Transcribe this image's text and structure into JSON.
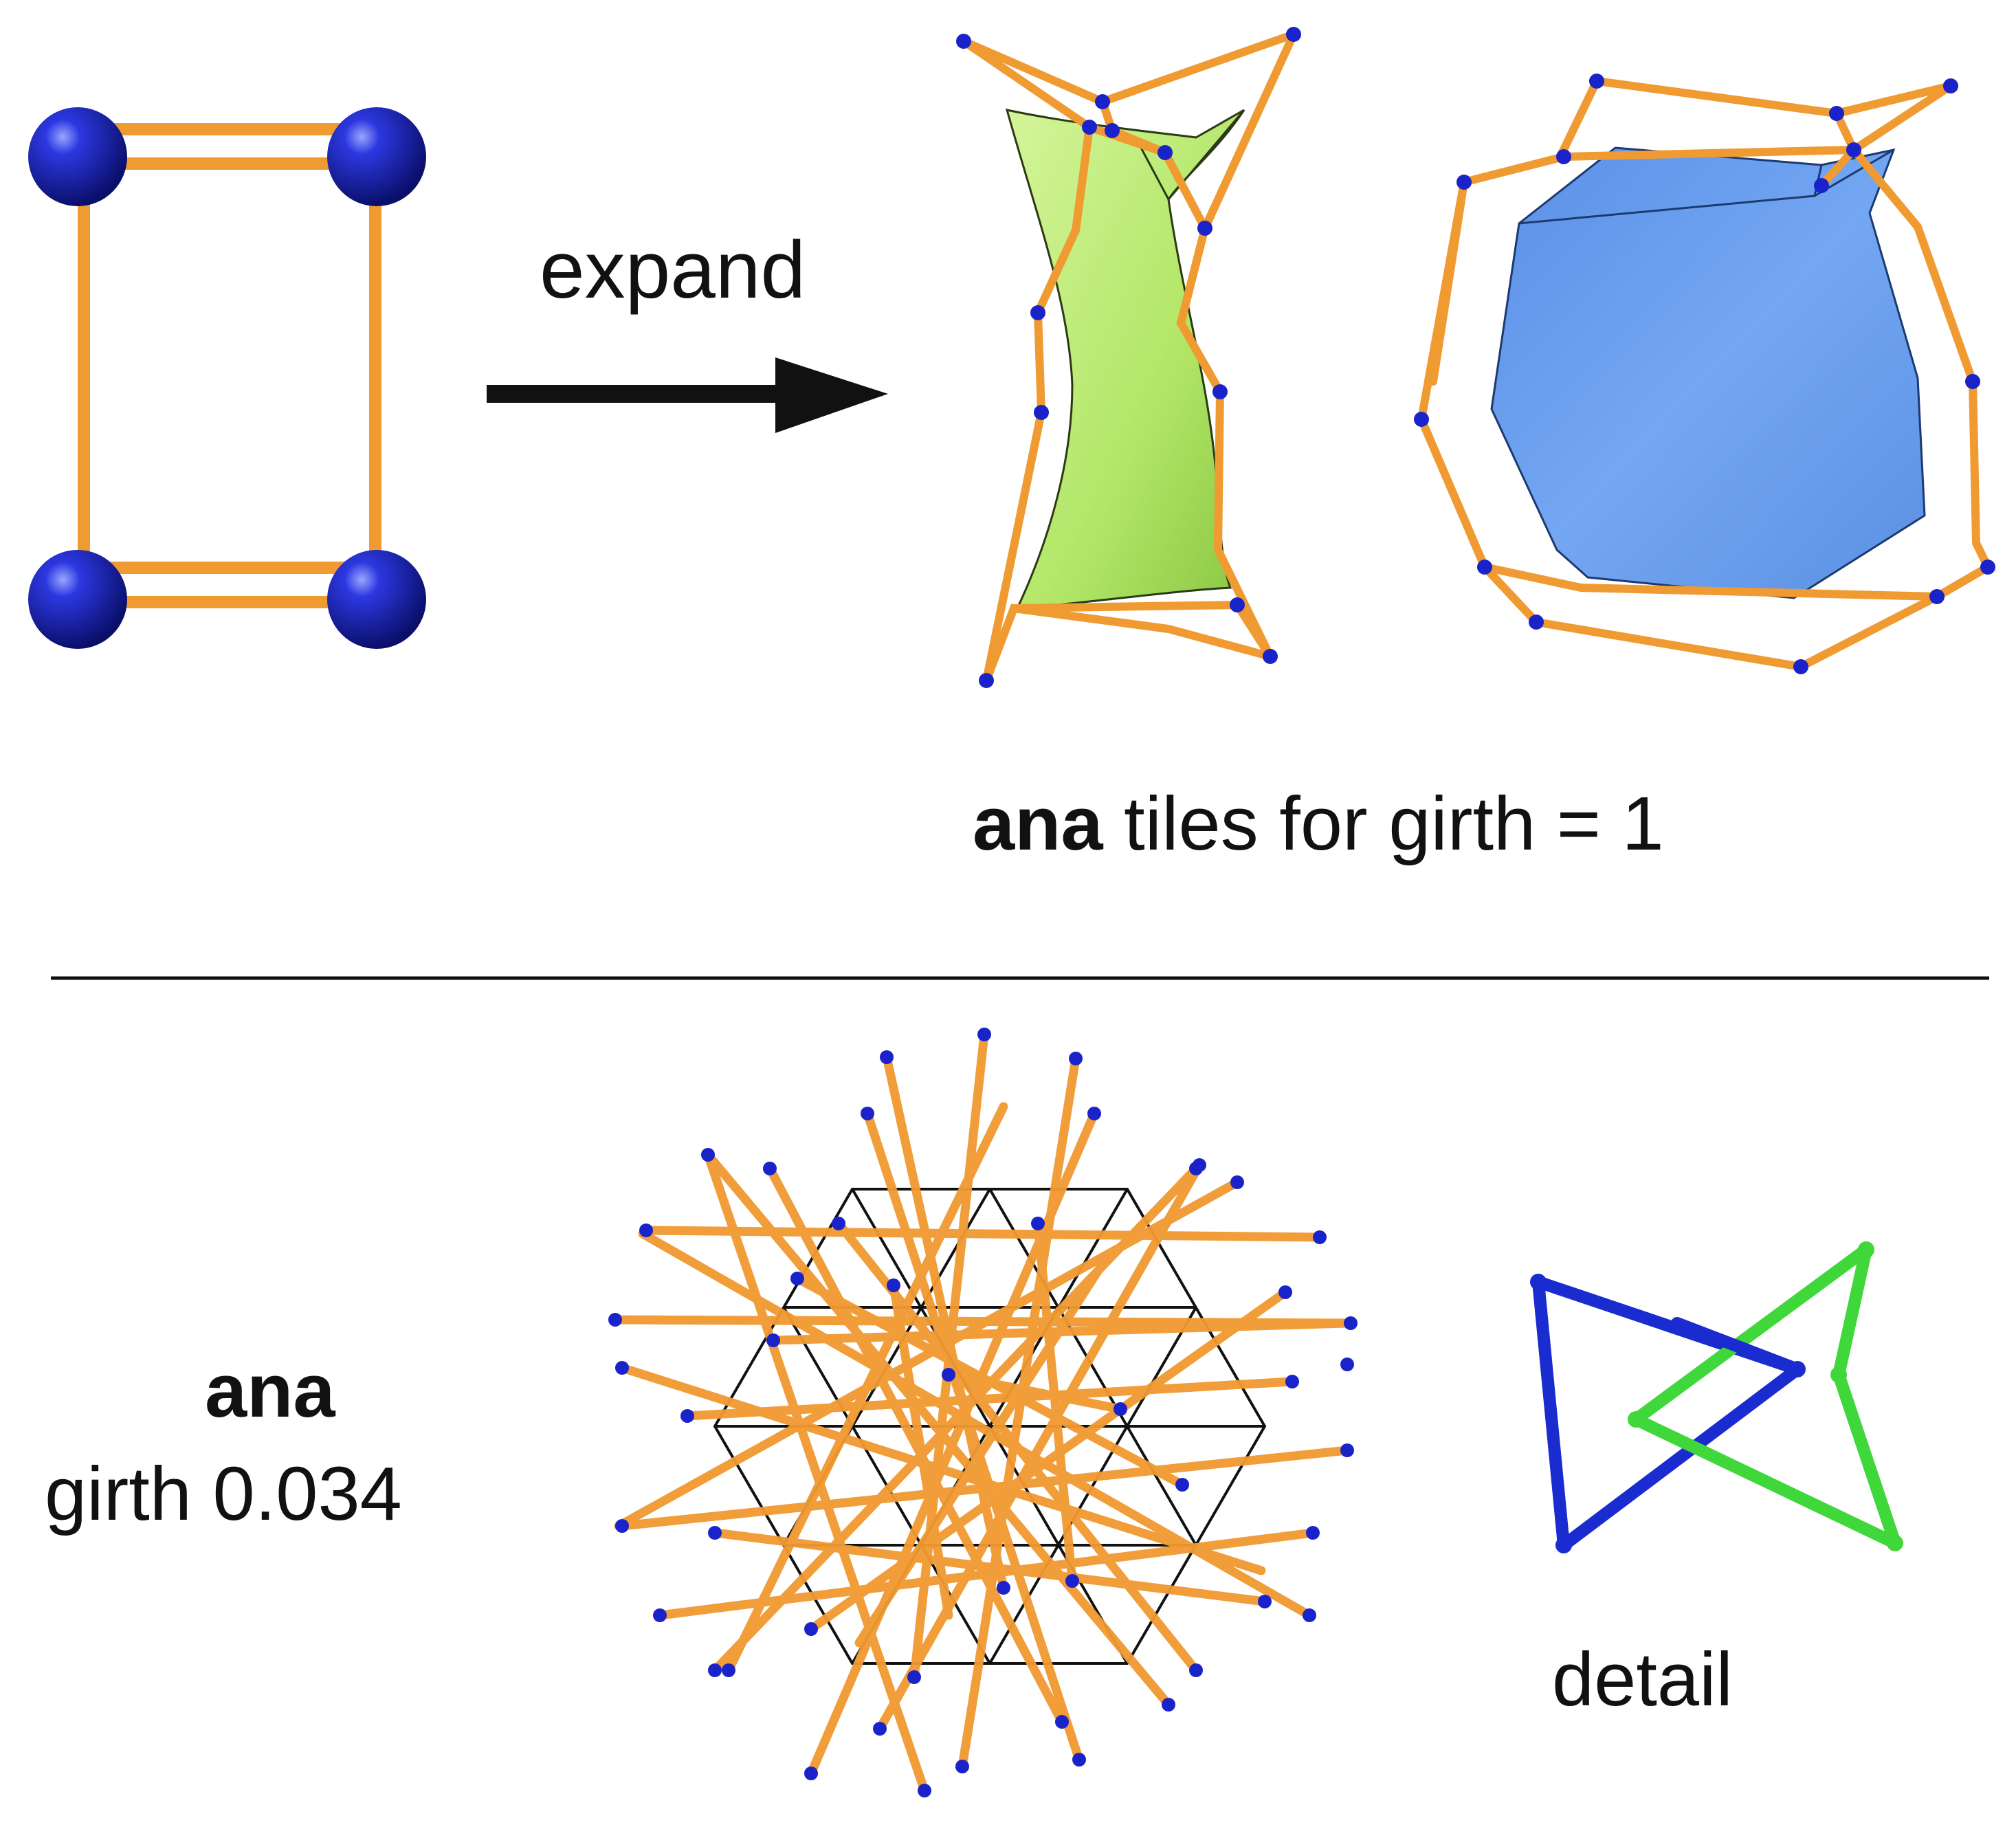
{
  "top": {
    "arrow_label": "expand",
    "tiles_caption_bold": "ana",
    "tiles_caption_rest": " tiles for girth = 1"
  },
  "bottom": {
    "net_name": "ana",
    "girth_text": "girth 0.034",
    "detail_label": "detail"
  },
  "colors": {
    "rod": "#f09a32",
    "rod_dark": "#c66f12",
    "node": "#1a23c9",
    "tile_green": "#b6ea6a",
    "tile_blue": "#6a9ff0",
    "detail_blue": "#1a2bd0",
    "detail_green": "#3fd73a",
    "line": "#111111"
  }
}
